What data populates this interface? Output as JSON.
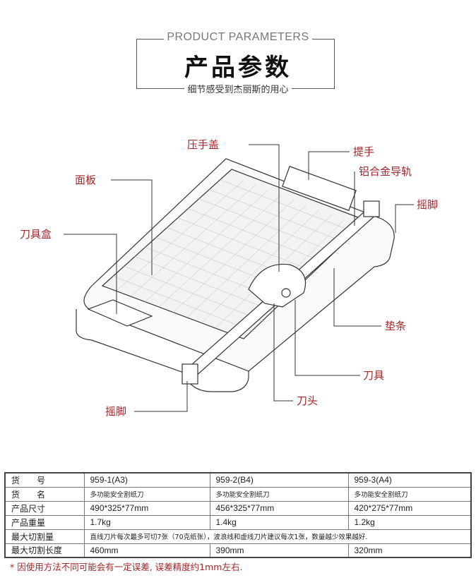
{
  "header": {
    "en": "PRODUCT PARAMETERS",
    "cn": "产品参数",
    "sub": "细节感受到杰丽斯的用心"
  },
  "labels": {
    "press_cover": "压手盖",
    "handle": "提手",
    "rail": "铝合金导轨",
    "foot_right": "摇脚",
    "panel": "面板",
    "blade_box": "刀具盒",
    "pad_strip": "垫条",
    "blade": "刀具",
    "cutter_head": "刀头",
    "foot_left": "摇脚"
  },
  "table": {
    "rows": [
      {
        "k": "货　　号",
        "v": [
          "959-1(A3)",
          "959-2(B4)",
          "959-3(A4)"
        ]
      },
      {
        "k": "货　　名",
        "v": [
          "多功能安全割纸刀",
          "多功能安全割纸刀",
          "多功能安全割纸刀"
        ]
      },
      {
        "k": "产品尺寸",
        "v": [
          "490*325*77mm",
          "456*325*77mm",
          "420*275*77mm"
        ]
      },
      {
        "k": "产品重量",
        "v": [
          "1.7kg",
          "1.4kg",
          "1.2kg"
        ]
      },
      {
        "k": "最大切割量",
        "span": "直线刀片每次最多可切7张（70克纸张），波浪线和虚线刀片建议每次1张，数量越少效果越好."
      },
      {
        "k": "最大切割长度",
        "v": [
          "460mm",
          "390mm",
          "320mm"
        ]
      }
    ]
  },
  "note": "* 因使用方法不同可能会有一定误差, 误差精度约1mm左右."
}
